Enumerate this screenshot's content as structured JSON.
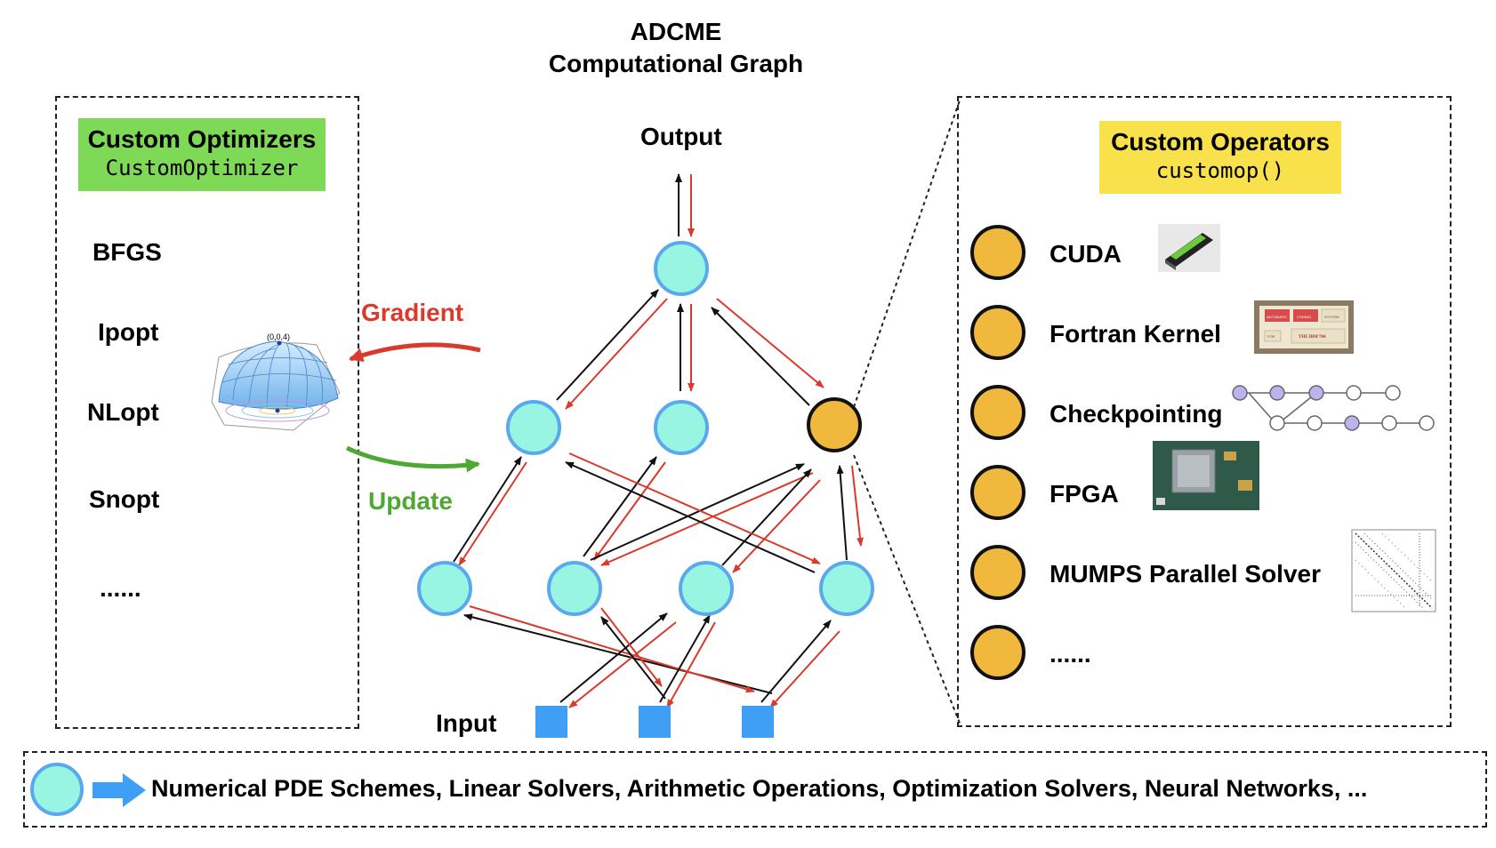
{
  "title": {
    "line1": "ADCME",
    "line2": "Computational Graph"
  },
  "graph": {
    "output_label": "Output",
    "input_label": "Input"
  },
  "left_panel": {
    "heading": "Custom Optimizers",
    "code": "CustomOptimizer",
    "items": [
      "BFGS",
      "Ipopt",
      "NLopt",
      "Snopt",
      "......"
    ],
    "plot_label": "(0,0,4)"
  },
  "arrows": {
    "gradient": "Gradient",
    "update": "Update"
  },
  "right_panel": {
    "heading": "Custom Operators",
    "code": "customop()",
    "items": [
      "CUDA",
      "Fortran Kernel",
      "Checkpointing",
      "FPGA",
      "MUMPS Parallel Solver",
      "......"
    ],
    "punchcard_text": {
      "r1a": "AUTOMATIC",
      "r1b": "CODING",
      "r1c": "SYSTEM",
      "r2a": "FOR",
      "r2b": "THE IBM 704"
    }
  },
  "legend": {
    "text": "Numerical PDE Schemes, Linear Solvers,  Arithmetic Operations, Optimization Solvers, Neural Networks, ..."
  },
  "colors": {
    "node": "#98f5e1",
    "node_border": "#5aa9ee",
    "custom_node": "#f0b93d",
    "input": "#3f9ff5",
    "red": "#d93a2b",
    "green": "#4fa831"
  }
}
